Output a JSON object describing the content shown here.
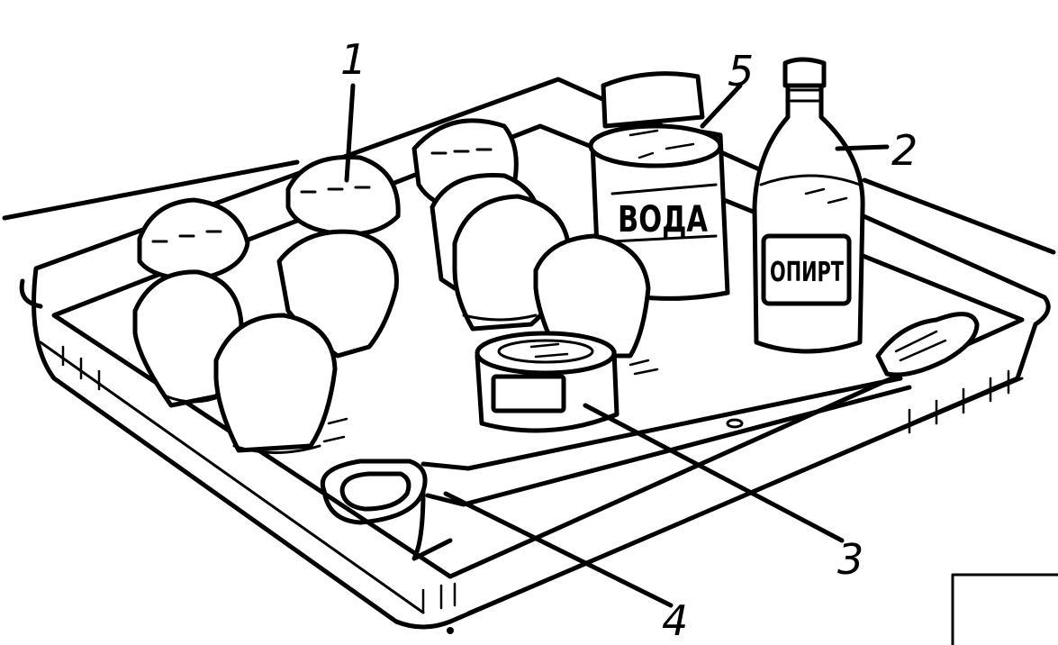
{
  "callouts": [
    {
      "number": "1",
      "target": "cupping-jars"
    },
    {
      "number": "2",
      "target": "alcohol-bottle"
    },
    {
      "number": "3",
      "target": "small-tin"
    },
    {
      "number": "4",
      "target": "forceps"
    },
    {
      "number": "5",
      "target": "water-jar"
    }
  ],
  "labels": {
    "water_jar": "ВОДА",
    "alcohol_bottle": "ОПИРТ"
  }
}
